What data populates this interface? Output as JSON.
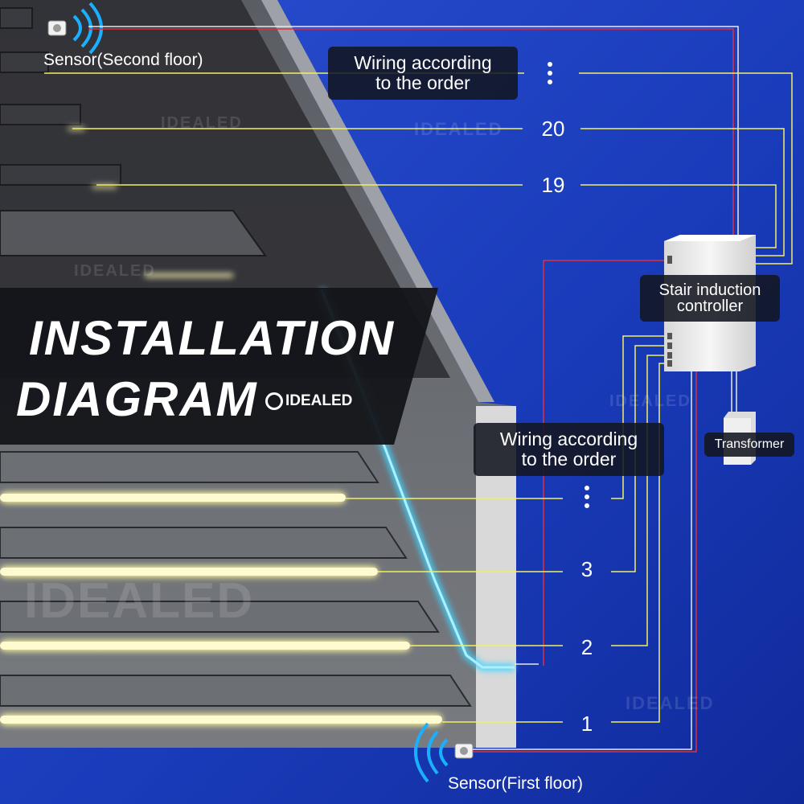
{
  "title": {
    "line1": "INSTALLATION",
    "line2": "DIAGRAM"
  },
  "brand": "IDEALED",
  "watermark": "IDEALED",
  "sensors": {
    "second_floor": "Sensor(Second floor)",
    "first_floor": "Sensor(First floor)"
  },
  "wiring_notes": {
    "top": [
      "Wiring according",
      "to the order"
    ],
    "bottom": [
      "Wiring according",
      "to the order"
    ]
  },
  "controller": {
    "label": [
      "Stair induction",
      "controller"
    ]
  },
  "transformer": {
    "label": "Transformer"
  },
  "step_numbers": {
    "top": [
      "20",
      "19"
    ],
    "bottom": [
      "3",
      "2",
      "1"
    ]
  },
  "colors": {
    "background_blue": "#1433a8",
    "wire_yellow": "#f2f060",
    "wire_red": "#e0303a",
    "strip_glow": "#fff7a0",
    "handrail_glow": "#3fd4ff",
    "controller_white": "#eeeeee"
  }
}
